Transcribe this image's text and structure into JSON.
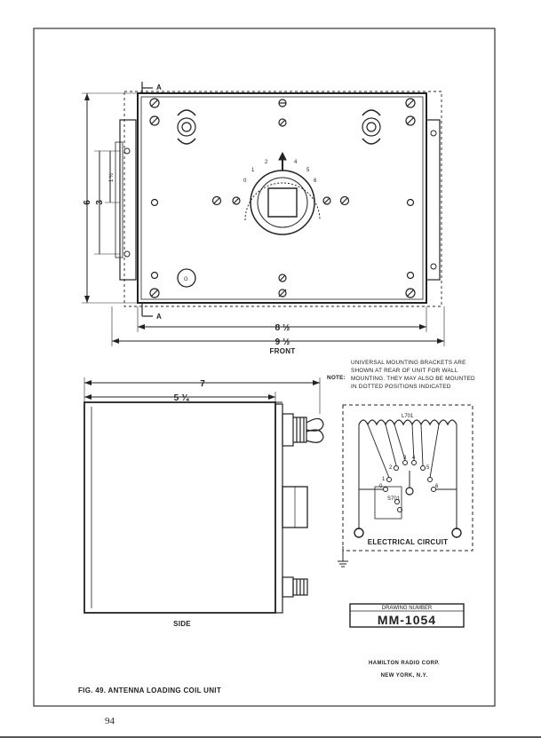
{
  "diagram": {
    "front_label": "FRONT",
    "side_label": "SIDE",
    "section_marker": "A",
    "dim_front_inner_width": "8 ½",
    "dim_front_outer_width": "9 ½",
    "dim_front_height": "6",
    "dim_front_mount_spacing": "3",
    "dim_front_mount_offset": "1 ½",
    "dim_side_depth_outer": "7",
    "dim_side_depth_inner": "5 ¾",
    "switch_positions": [
      "0",
      "1",
      "2",
      "3",
      "4",
      "5",
      "6"
    ],
    "ground_terminal": "G",
    "note_label": "NOTE:",
    "note_lines": [
      "UNIVERSAL MOUNTING BRACKETS ARE",
      "SHOWN AT REAR OF UNIT FOR WALL",
      "MOUNTING. THEY MAY ALSO BE MOUNTED",
      "IN DOTTED POSITIONS INDICATED"
    ],
    "circuit": {
      "coil_label": "L701",
      "switch_label": "S701",
      "taps": [
        "1",
        "2",
        "3",
        "4",
        "5",
        "6"
      ],
      "tap0": "0",
      "title": "ELECTRICAL CIRCUIT"
    },
    "drawing_number_caption": "DRAWING NUMBER",
    "drawing_number": "MM-1054",
    "company_line1": "HAMILTON RADIO CORP.",
    "company_line2": "NEW YORK, N.Y.",
    "figure_caption": "FIG. 49.  ANTENNA  LOADING  COIL  UNIT"
  },
  "page_number": "94"
}
